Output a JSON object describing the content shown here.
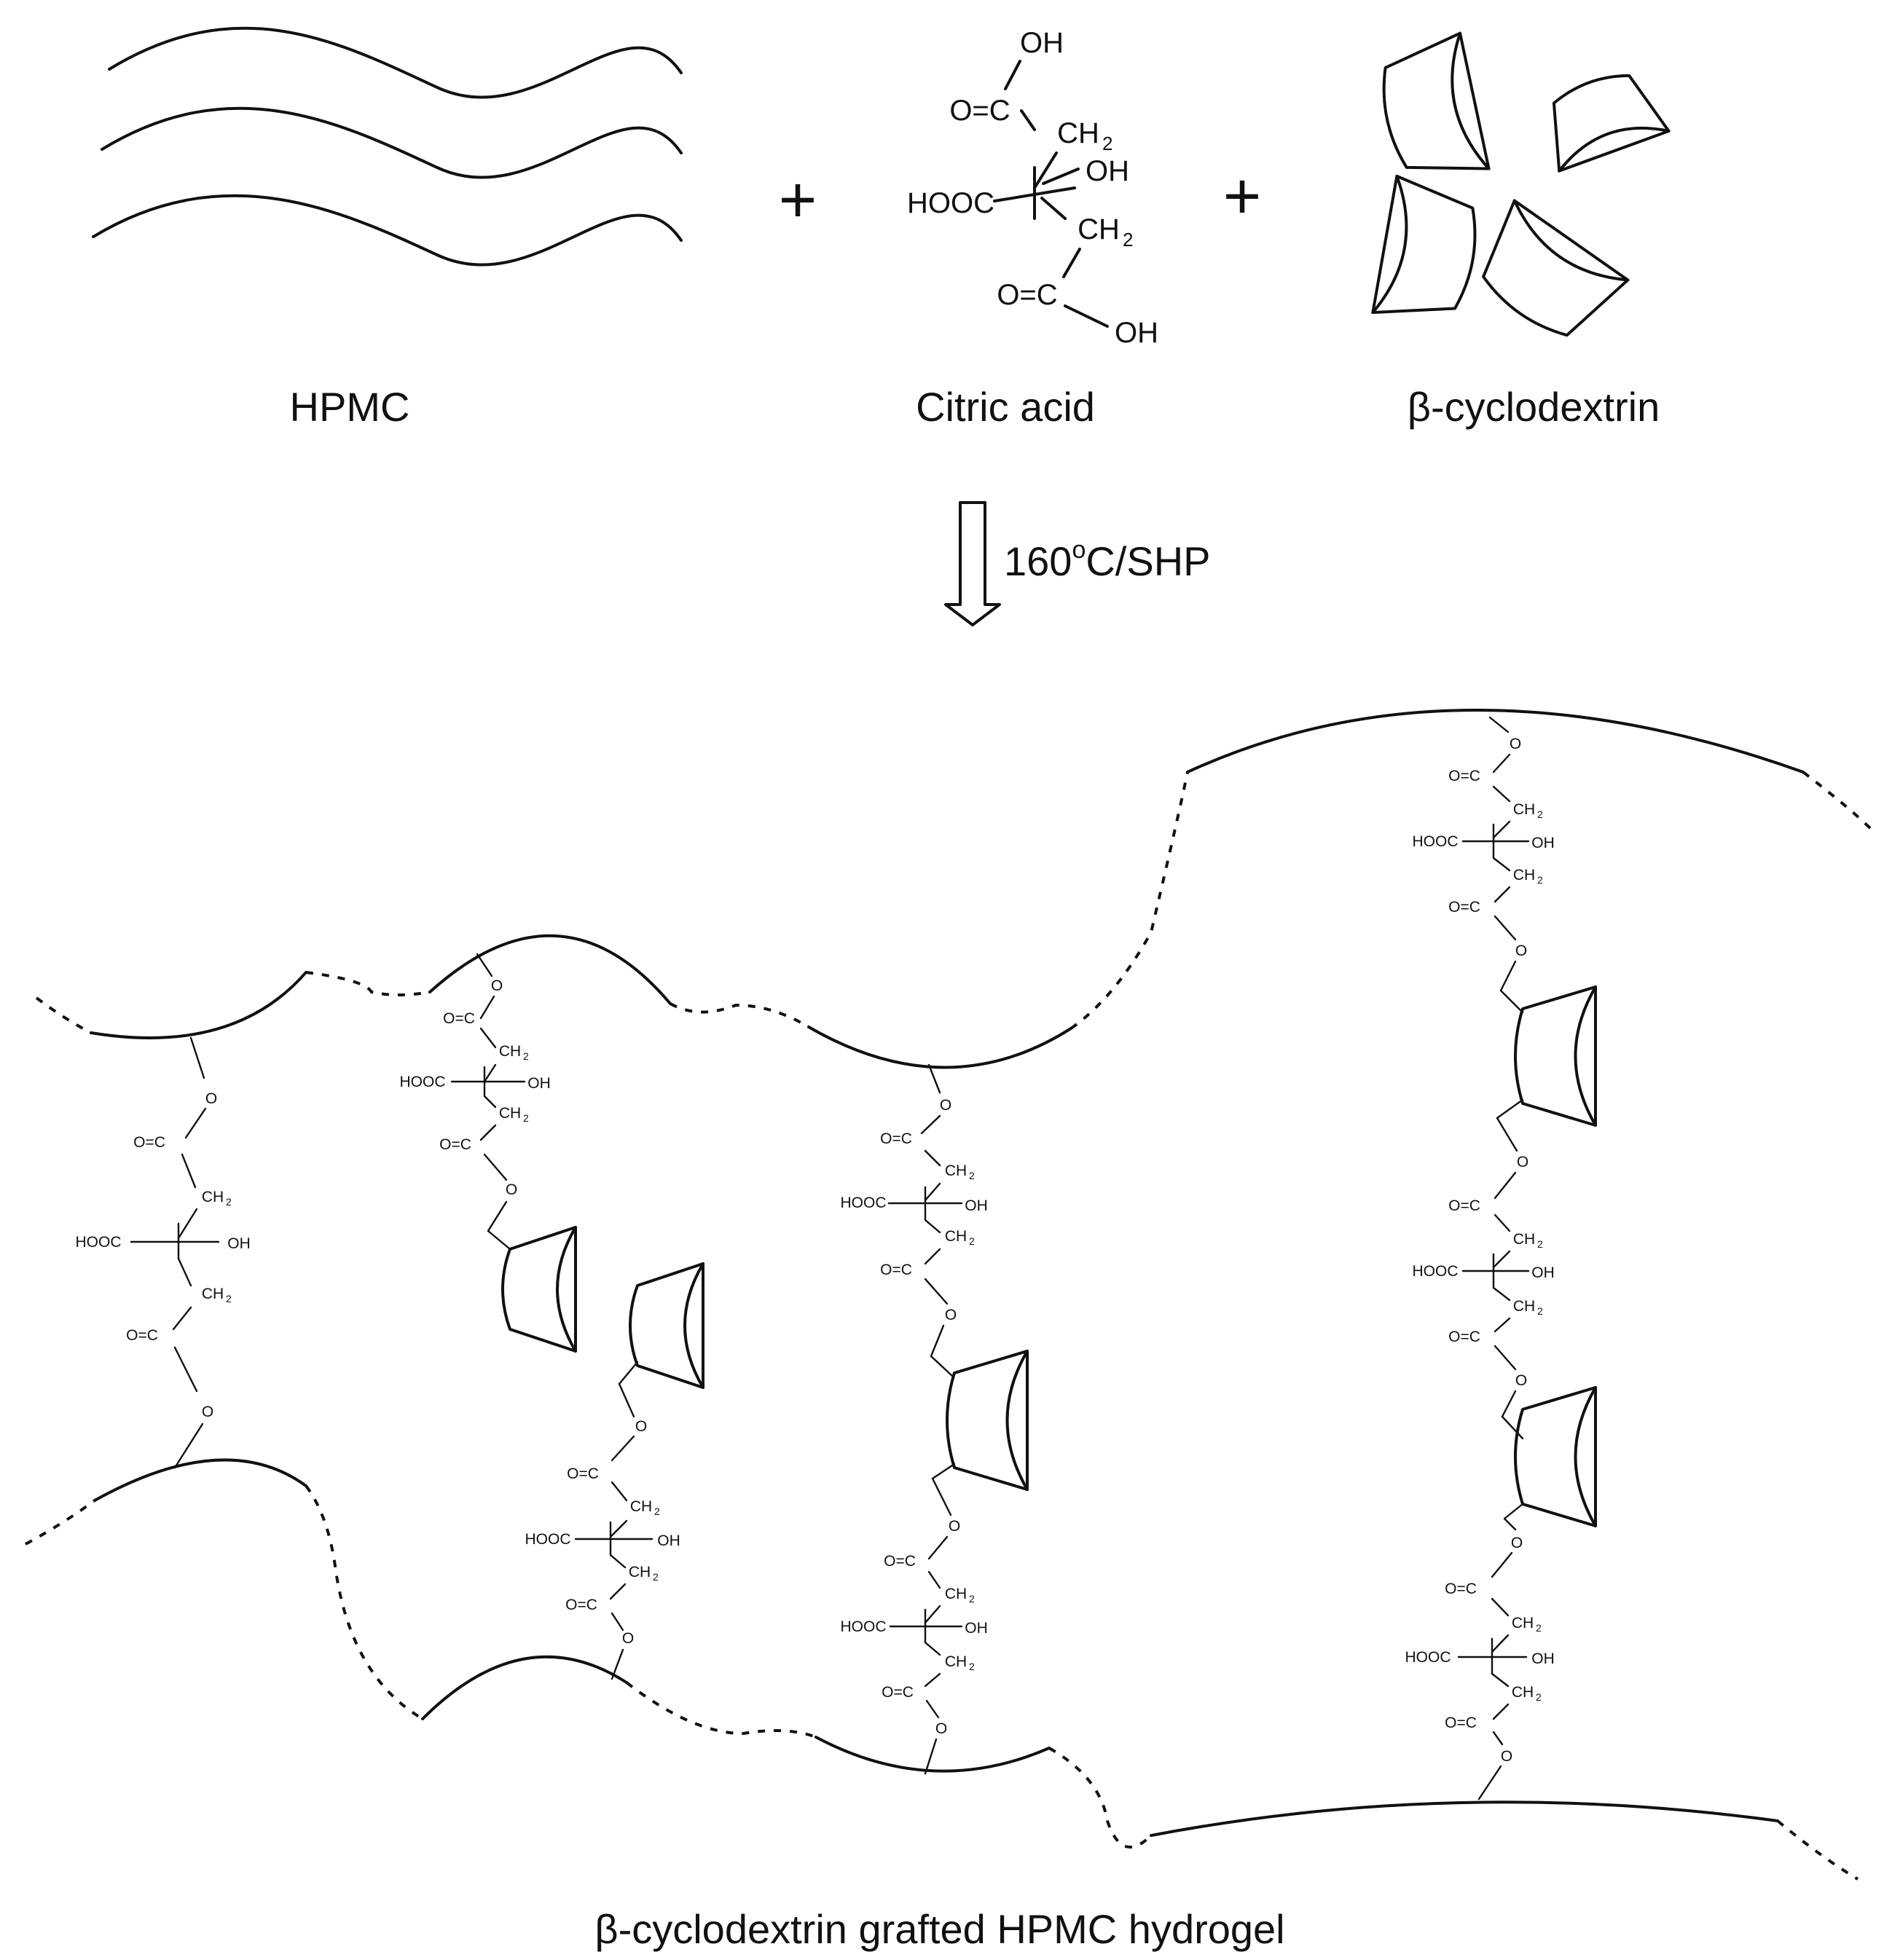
{
  "reactants": {
    "hpmc_label": "HPMC",
    "citric_label": "Citric acid",
    "bcd_label": "β-cyclodextrin",
    "plus": "+"
  },
  "citric_structure": {
    "oh": "OH",
    "o_eq_c": "O=C",
    "ch": "CH",
    "sub2": "2",
    "hooc": "HOOC",
    "c": "C"
  },
  "condition": {
    "temp": "160",
    "degree": "o",
    "rest": "C/SHP"
  },
  "product": {
    "label": "β-cyclodextrin grafted HPMC hydrogel",
    "o": "O",
    "oc": "O=C",
    "c": "C",
    "ch": "CH",
    "sub2": "2",
    "hooc": "HOOC",
    "oh": "OH"
  },
  "colors": {
    "ink": "#111111",
    "background": "#ffffff"
  }
}
